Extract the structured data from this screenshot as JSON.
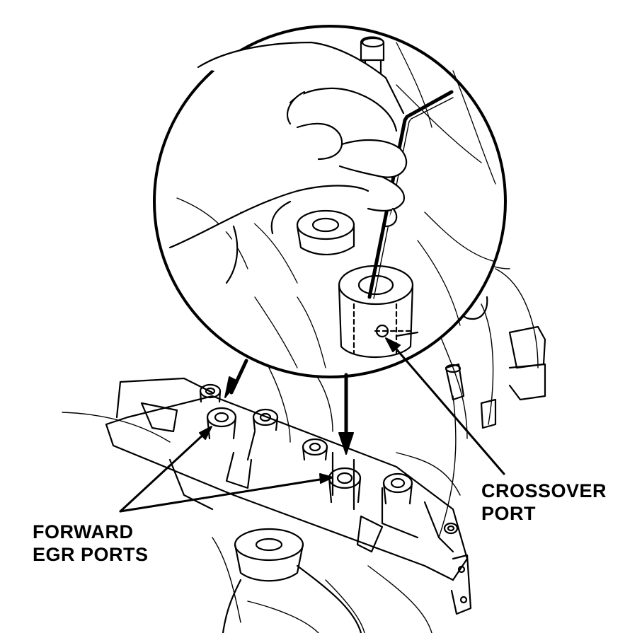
{
  "labels": {
    "crossover": {
      "line1": "CROSSOVER",
      "line2": "PORT"
    },
    "forward": {
      "line1": "FORWARD",
      "line2": "EGR PORTS"
    }
  },
  "colors": {
    "ink": "#000000",
    "paper": "#ffffff"
  },
  "icons": [
    "hand-icon",
    "hex-wrench-icon",
    "arrow-icon"
  ]
}
